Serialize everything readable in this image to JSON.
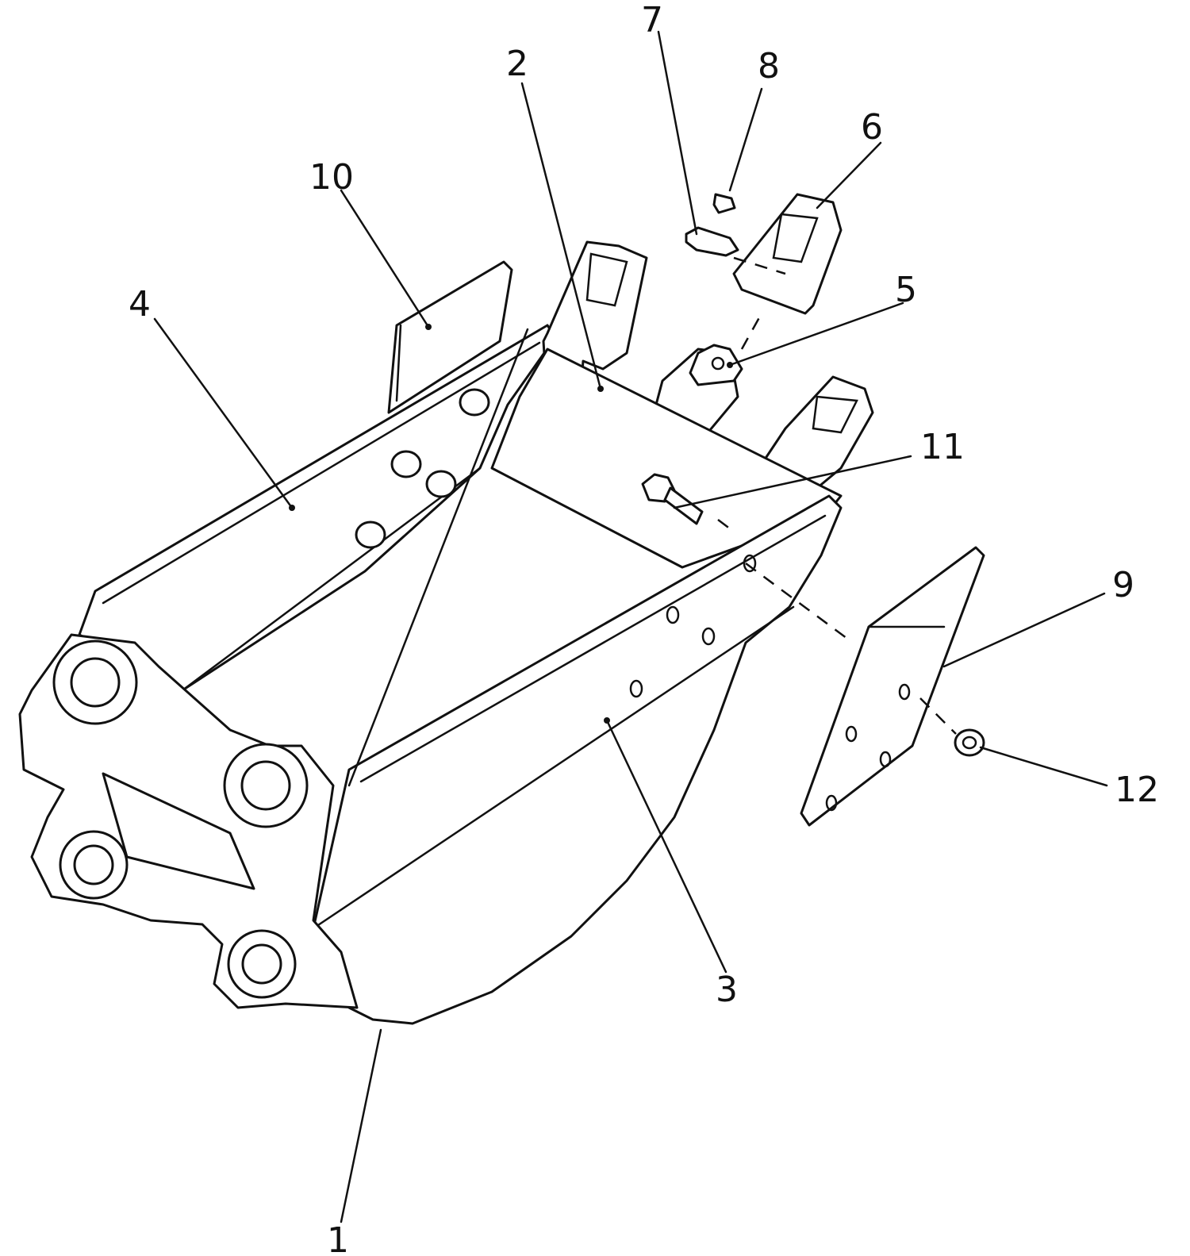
{
  "diagram": {
    "callouts": [
      {
        "id": "1",
        "label": "1"
      },
      {
        "id": "2",
        "label": "2"
      },
      {
        "id": "3",
        "label": "3"
      },
      {
        "id": "4",
        "label": "4"
      },
      {
        "id": "5",
        "label": "5"
      },
      {
        "id": "6",
        "label": "6"
      },
      {
        "id": "7",
        "label": "7"
      },
      {
        "id": "8",
        "label": "8"
      },
      {
        "id": "9",
        "label": "9"
      },
      {
        "id": "10",
        "label": "10"
      },
      {
        "id": "11",
        "label": "11"
      },
      {
        "id": "12",
        "label": "12"
      }
    ],
    "colors": {
      "line": "#111111",
      "background": "#ffffff"
    }
  }
}
